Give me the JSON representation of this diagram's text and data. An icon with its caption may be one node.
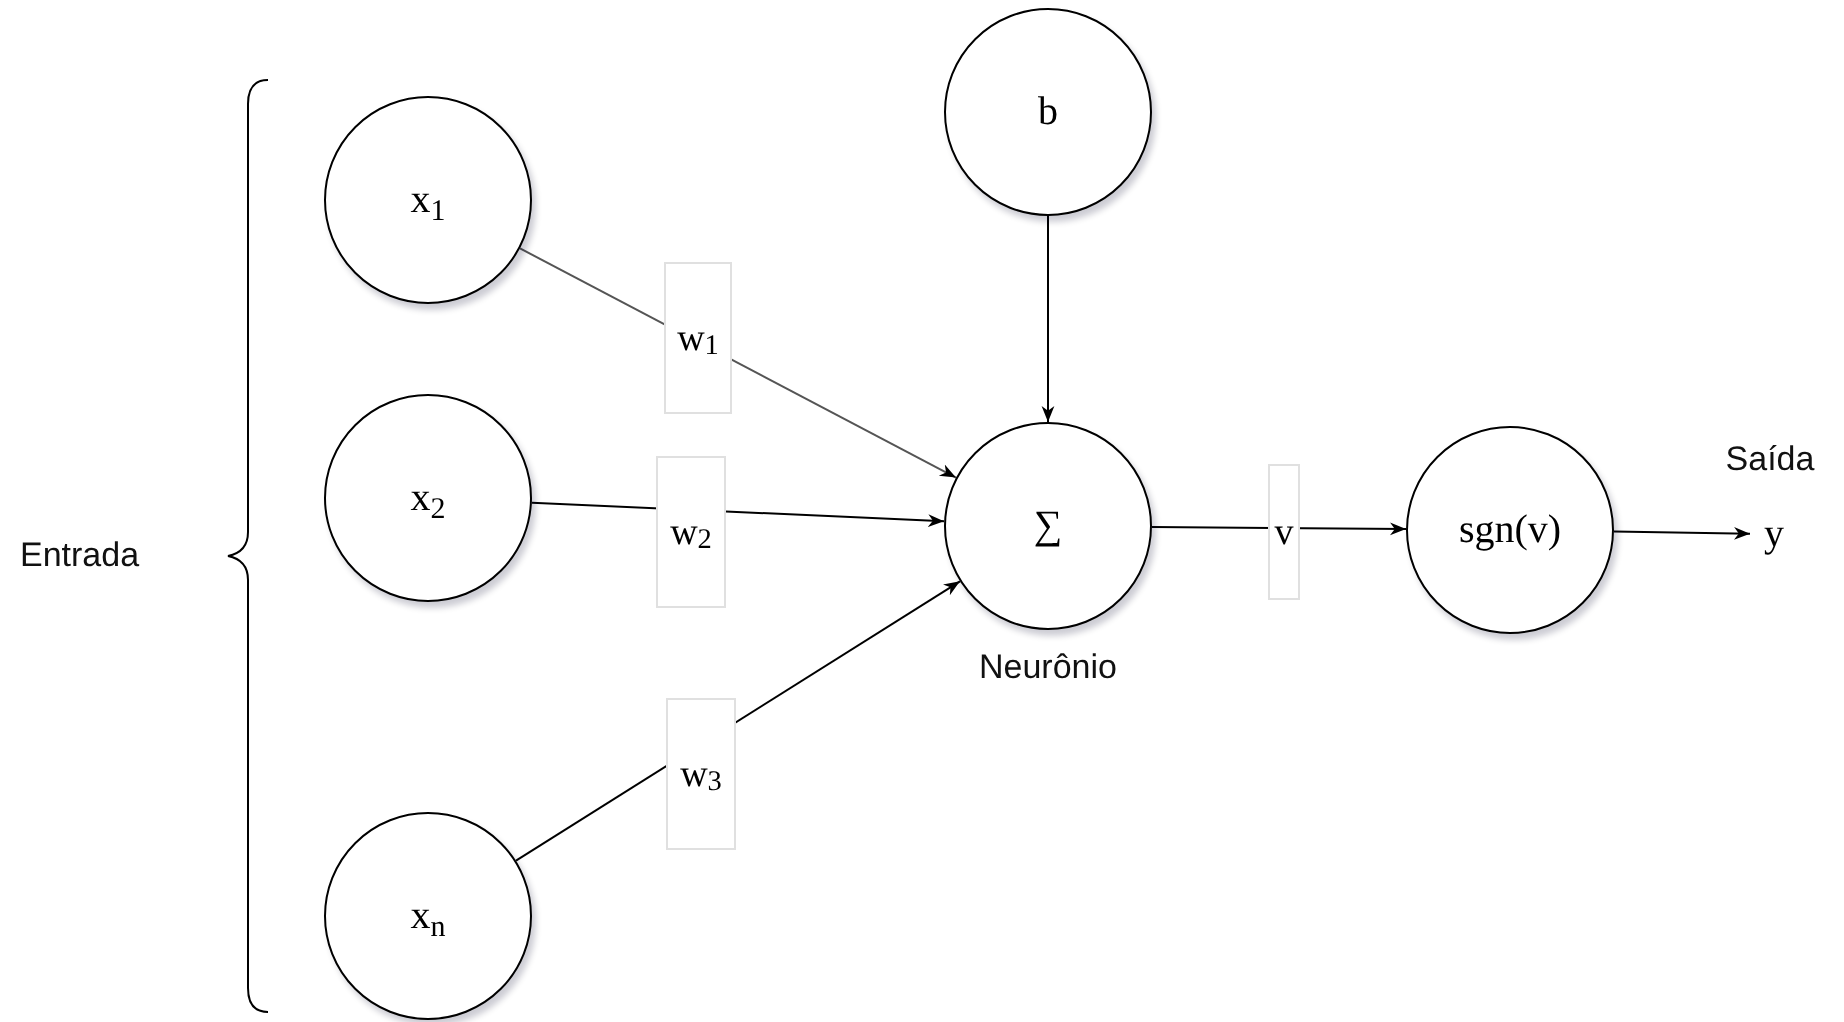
{
  "diagram": {
    "nodes": [
      {
        "text": [
          "x$_{1}$"
        ]
      },
      {
        "text": [
          "x$_{2}$"
        ]
      },
      {
        "text": [
          "x$_{n}$"
        ]
      },
      {
        "text": [
          "b"
        ]
      },
      {
        "text": [
          "∑"
        ],
        "beside": [
          "Neurônio"
        ]
      },
      {
        "text": [
          "sgn(v)"
        ]
      },
      {
        "text": [
          "y"
        ],
        "beside": [
          "Saída"
        ]
      }
    ],
    "edges": [
      {
        "from": 0,
        "to": 4,
        "arrow": "to",
        "label": "w$_{1}$"
      },
      {
        "from": 1,
        "to": 4,
        "arrow": "to",
        "label": "w$_{2}$"
      },
      {
        "from": 2,
        "to": 4,
        "arrow": "to",
        "label": "w$_{3}$"
      },
      {
        "from": 3,
        "to": 4,
        "arrow": "to"
      },
      {
        "from": 4,
        "to": 5,
        "arrow": "to",
        "label": "v"
      },
      {
        "from": 5,
        "to": 6,
        "arrow": "to"
      }
    ],
    "labels": [
      "Entrada"
    ]
  }
}
